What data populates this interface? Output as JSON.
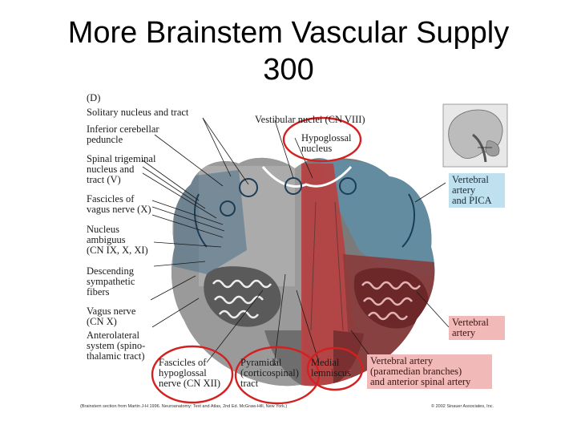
{
  "slide": {
    "title_line1": "More Brainstem Vascular Supply",
    "title_line2": "300"
  },
  "figure": {
    "panel_letter": "(D)",
    "left_labels": [
      "Solitary nucleus and tract",
      "Inferior cerebellar\npeduncle",
      "Spinal trigeminal\nnucleus and\ntract (V)",
      "Fascicles of\nvagus nerve (X)",
      "Nucleus\nambiguus\n(CN IX, X, XI)",
      "Descending\nsympathetic\nfibers",
      "Vagus nerve\n(CN X)",
      "Anterolateral\nsystem (spino-\nthalamic tract)"
    ],
    "top_labels": {
      "vestibular": "Vestibular nuclei (CN VIII)",
      "hypoglossal_nucleus": "Hypoglossal\nnucleus"
    },
    "bottom_labels": {
      "fascicles_hypoglossal": "Fascicles of\nhypoglossal\nnerve (CN XII)",
      "pyramidal": "Pyramidal\n(corticospinal)\ntract",
      "medial_lemniscus": "Medial\nlemniscus"
    },
    "right_boxes": {
      "vertebral_pica": "Vertebral\nartery\nand PICA",
      "vertebral_artery": "Vertebral\nartery",
      "paramedian": "Vertebral artery\n(paramedian branches)\nand anterior spinal artery"
    },
    "credit_left": "(Brainstem section from Martin J-H 1996. Neuroanatomy: Text and Atlas, 2nd Ed. McGraw-Hill, New York.)",
    "credit_right": "© 2002 Sinauer Associates, Inc.",
    "colors": {
      "circle": "#d42020",
      "pica_tint": "#5f8fa8",
      "paramedian_tint": "#b84040",
      "vertebral_tint": "#c45a5a",
      "gray_tissue": "#8a8a8a"
    }
  }
}
